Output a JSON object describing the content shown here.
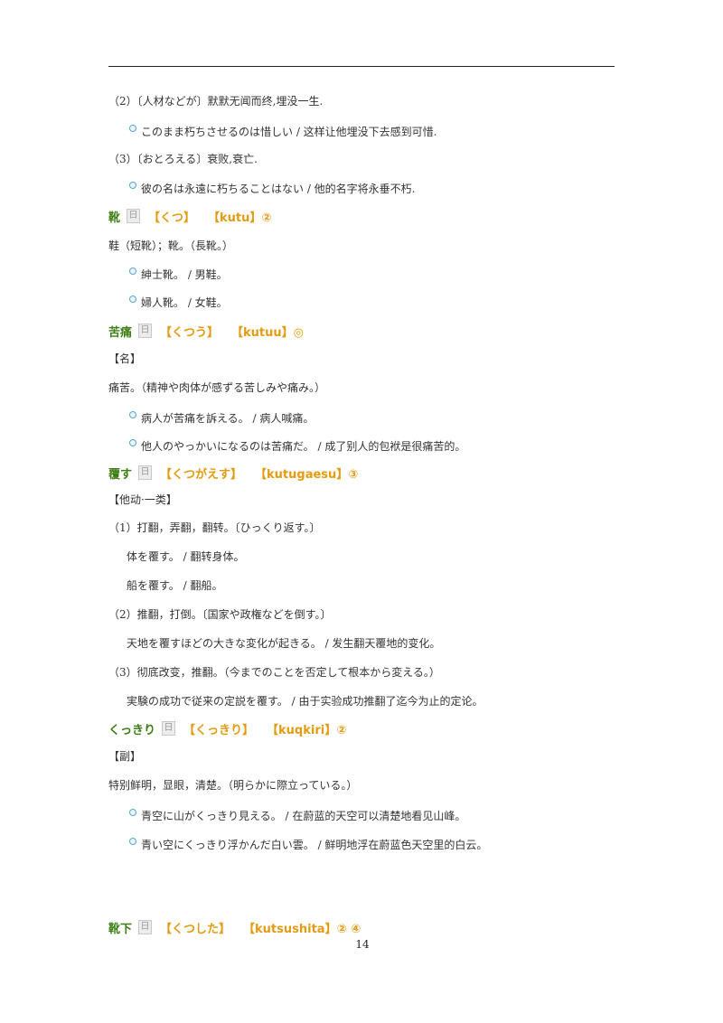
{
  "lines": [
    "（2）〔人材などが〕默默无闻而终,埋没一生.",
    "このまま朽ちさせるのは惜しい / 这样让他埋没下去感到可惜.",
    "（3）〔おとろえる〕衰败,衰亡.",
    "彼の名は永遠に朽ちることはない / 他的名字将永垂不朽.",
    "鞋（短靴）；靴。（長靴。）",
    "紳士靴。 / 男鞋。",
    "婦人靴。 / 女鞋。",
    "【名】",
    "痛苦。（精神や肉体が感ずる苦しみや痛み。）",
    "病人が苦痛を訴える。 / 病人喊痛。",
    "他人のやっかいになるのは苦痛だ。 / 成了别人的包袱是很痛苦的。",
    "【他动·一类】",
    "（1）打翻，弄翻，翻转。〔ひっくり返す。〕",
    "体を覆す。 / 翻转身体。",
    "船を覆す。 / 翻船。",
    "（2）推翻，打倒。〔国家や政権などを倒す。〕",
    "天地を覆すほどの大きな変化が起きる。 / 发生翻天覆地的变化。",
    "（3）彻底改变，推翻。（今までのことを否定して根本から変える。）",
    "実験の成功で従来の定説を覆す。 / 由于实验成功推翻了迄今为止的定论。",
    "【副】",
    "特别鲜明，显眼，清楚。（明らかに際立っている。）",
    "青空に山がくっきり見える。 / 在蔚蓝的天空可以清楚地看见山峰。",
    "青い空にくっきり浮かんだ白い雲。 / 鲜明地浮在蔚蓝色天空里的白云。"
  ],
  "entries": [
    {
      "word": "靴",
      "icon": "日",
      "reading": "【くつ】",
      "romaji": "【kutu】②"
    },
    {
      "word": "苦痛",
      "icon": "日",
      "reading": "【くつう】",
      "romaji": "【kutuu】◎"
    },
    {
      "word": "覆す",
      "icon": "日",
      "reading": "【くつがえす】",
      "romaji": "【kutugaesu】③"
    },
    {
      "word": "くっきり",
      "icon": "日",
      "reading": "【くっきり】",
      "romaji": "【kuqkiri】②"
    },
    {
      "word": "靴下",
      "icon": "日",
      "reading": "【くつした】",
      "romaji": "【kutsushita】② ④"
    }
  ],
  "page_number": "14"
}
